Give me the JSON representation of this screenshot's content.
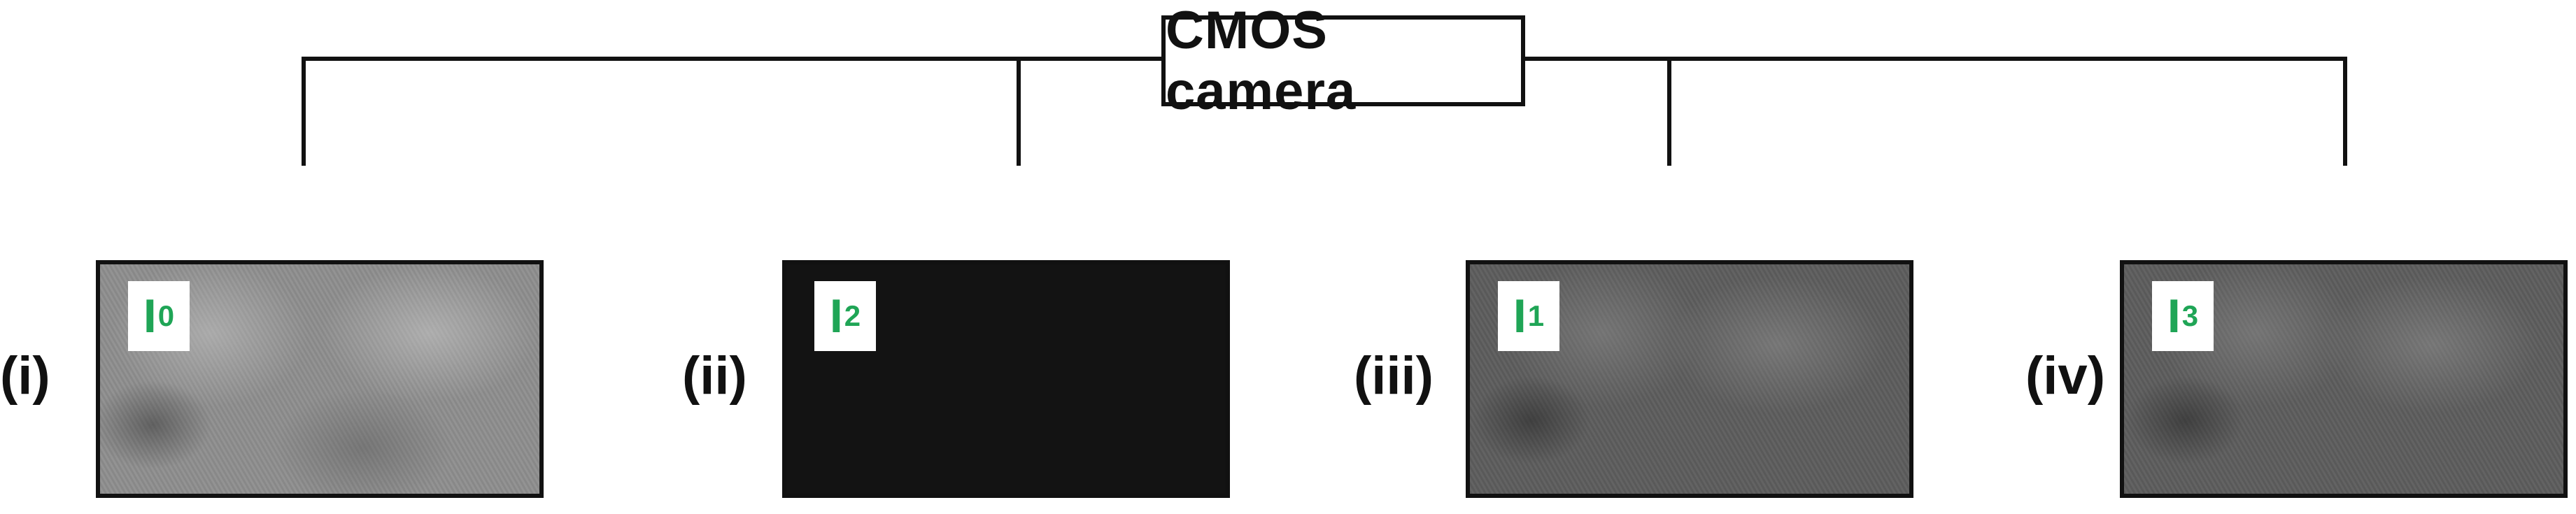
{
  "camera": {
    "label": "CMOS camera"
  },
  "panels": [
    {
      "roman": "(i)",
      "symbol": "I",
      "sub": "0",
      "tone": "bright"
    },
    {
      "roman": "(ii)",
      "symbol": "I",
      "sub": "2",
      "tone": "dark"
    },
    {
      "roman": "(iii)",
      "symbol": "I",
      "sub": "1",
      "tone": "mid"
    },
    {
      "roman": "(iv)",
      "symbol": "I",
      "sub": "3",
      "tone": "mid"
    }
  ],
  "colors": {
    "line": "#111111",
    "label_text": "#1fa556",
    "background": "#ffffff"
  }
}
